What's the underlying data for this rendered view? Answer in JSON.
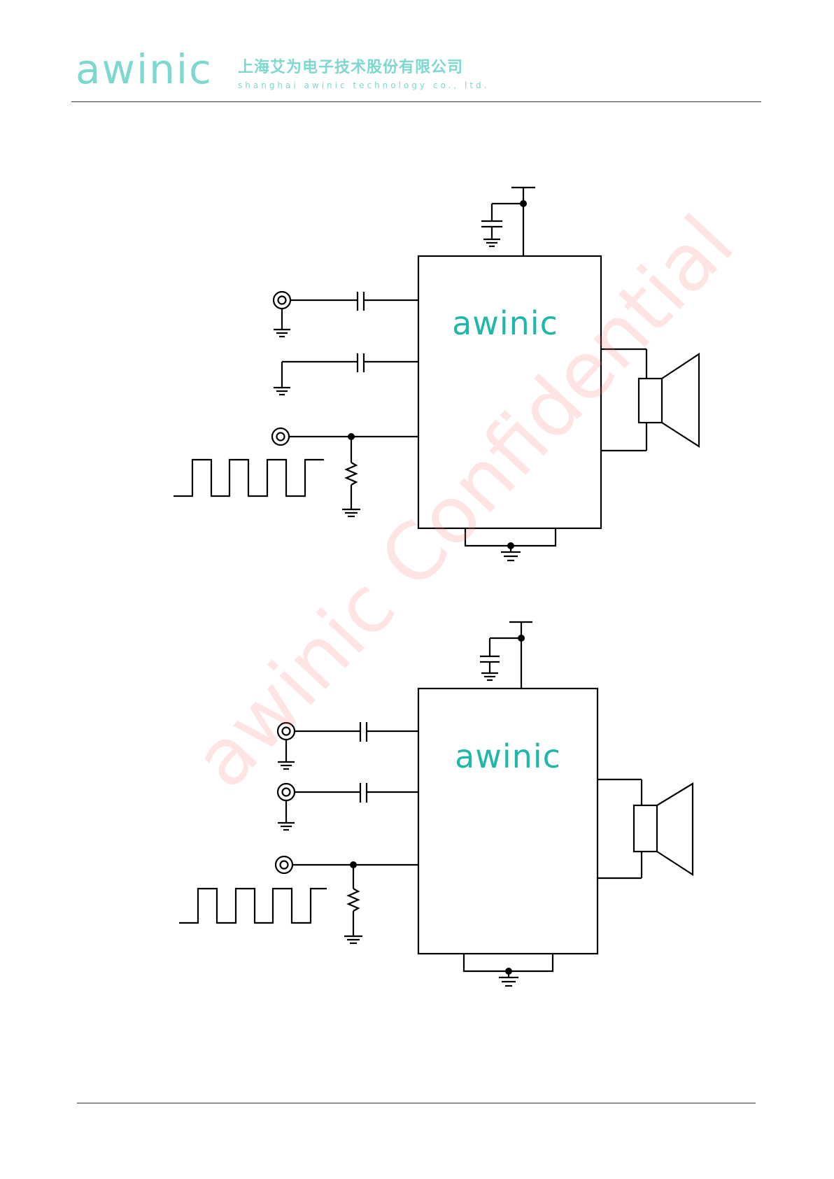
{
  "header": {
    "logo": "awinic",
    "company_cn": "上海艾为电子技术股份有限公司",
    "company_en": "shanghai awinic technology co., ltd."
  },
  "circuits": [
    {
      "chip_label": "awinic"
    },
    {
      "chip_label": "awinic"
    }
  ],
  "watermark": "awinic Confidential",
  "colors": {
    "brand_light": "#7dd8cf",
    "brand": "#1fb8a8",
    "watermark": "#ff7878",
    "line": "#000000"
  }
}
